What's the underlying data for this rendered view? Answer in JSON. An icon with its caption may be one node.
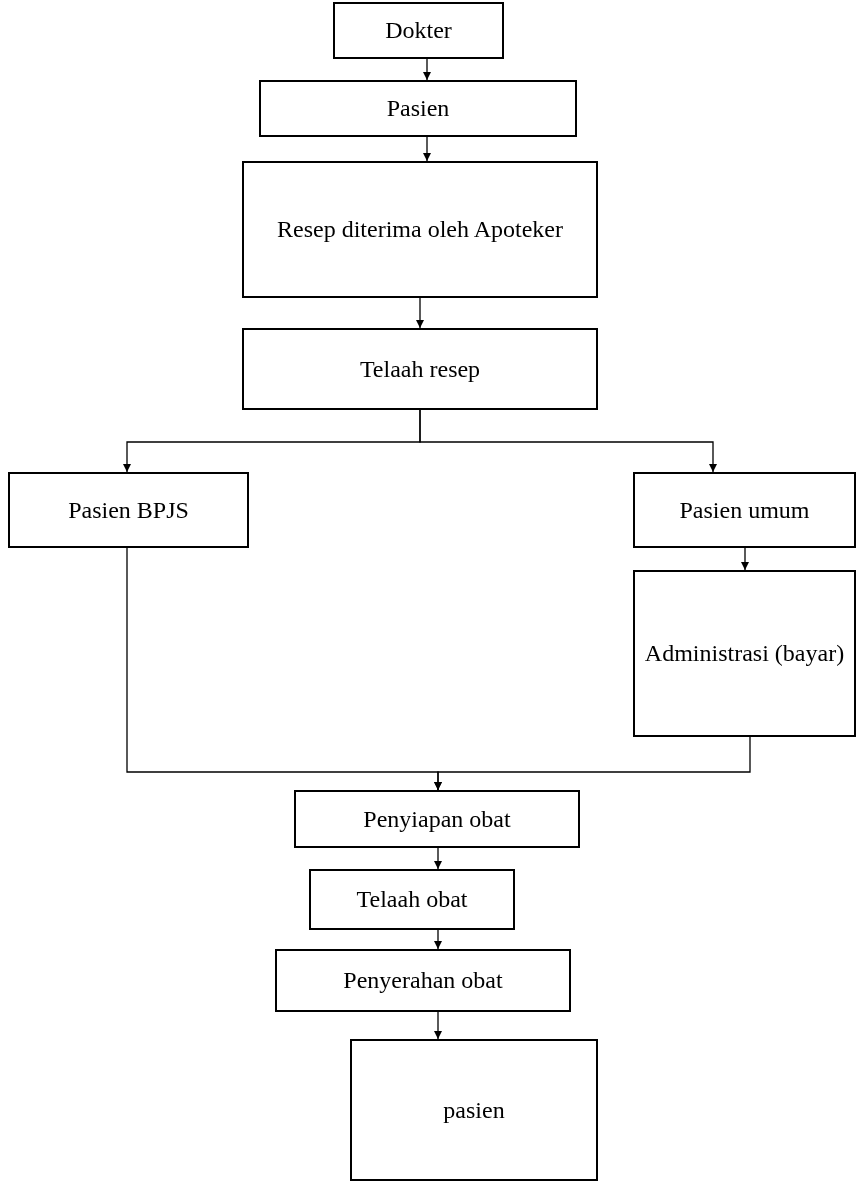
{
  "diagram": {
    "nodes": [
      {
        "text": [
          "Dokter"
        ]
      },
      {
        "text": [
          "Pasien"
        ]
      },
      {
        "text": [
          "Resep diterima oleh Apoteker"
        ]
      },
      {
        "text": [
          "Telaah resep"
        ]
      },
      {
        "text": [
          "Pasien BPJS"
        ]
      },
      {
        "text": [
          "Pasien umum"
        ]
      },
      {
        "text": [
          "Administrasi (bayar)"
        ]
      },
      {
        "text": [
          "Penyiapan obat"
        ]
      },
      {
        "text": [
          "Telaah obat"
        ]
      },
      {
        "text": [
          "Penyerahan obat"
        ]
      },
      {
        "text": [
          "pasien"
        ]
      }
    ],
    "edges": [
      {
        "from": 0,
        "to": 1,
        "arrow": "to"
      },
      {
        "from": 1,
        "to": 2,
        "arrow": "to"
      },
      {
        "from": 2,
        "to": 3,
        "arrow": "to"
      },
      {
        "from": 3,
        "to": 4,
        "arrow": "to"
      },
      {
        "from": 3,
        "to": 5,
        "arrow": "to"
      },
      {
        "from": 5,
        "to": 6,
        "arrow": "to"
      },
      {
        "from": 4,
        "to": 7,
        "arrow": "to"
      },
      {
        "from": 6,
        "to": 7,
        "arrow": "to"
      },
      {
        "from": 7,
        "to": 8,
        "arrow": "to"
      },
      {
        "from": 8,
        "to": 9,
        "arrow": "to"
      },
      {
        "from": 9,
        "to": 10,
        "arrow": "to"
      }
    ]
  }
}
